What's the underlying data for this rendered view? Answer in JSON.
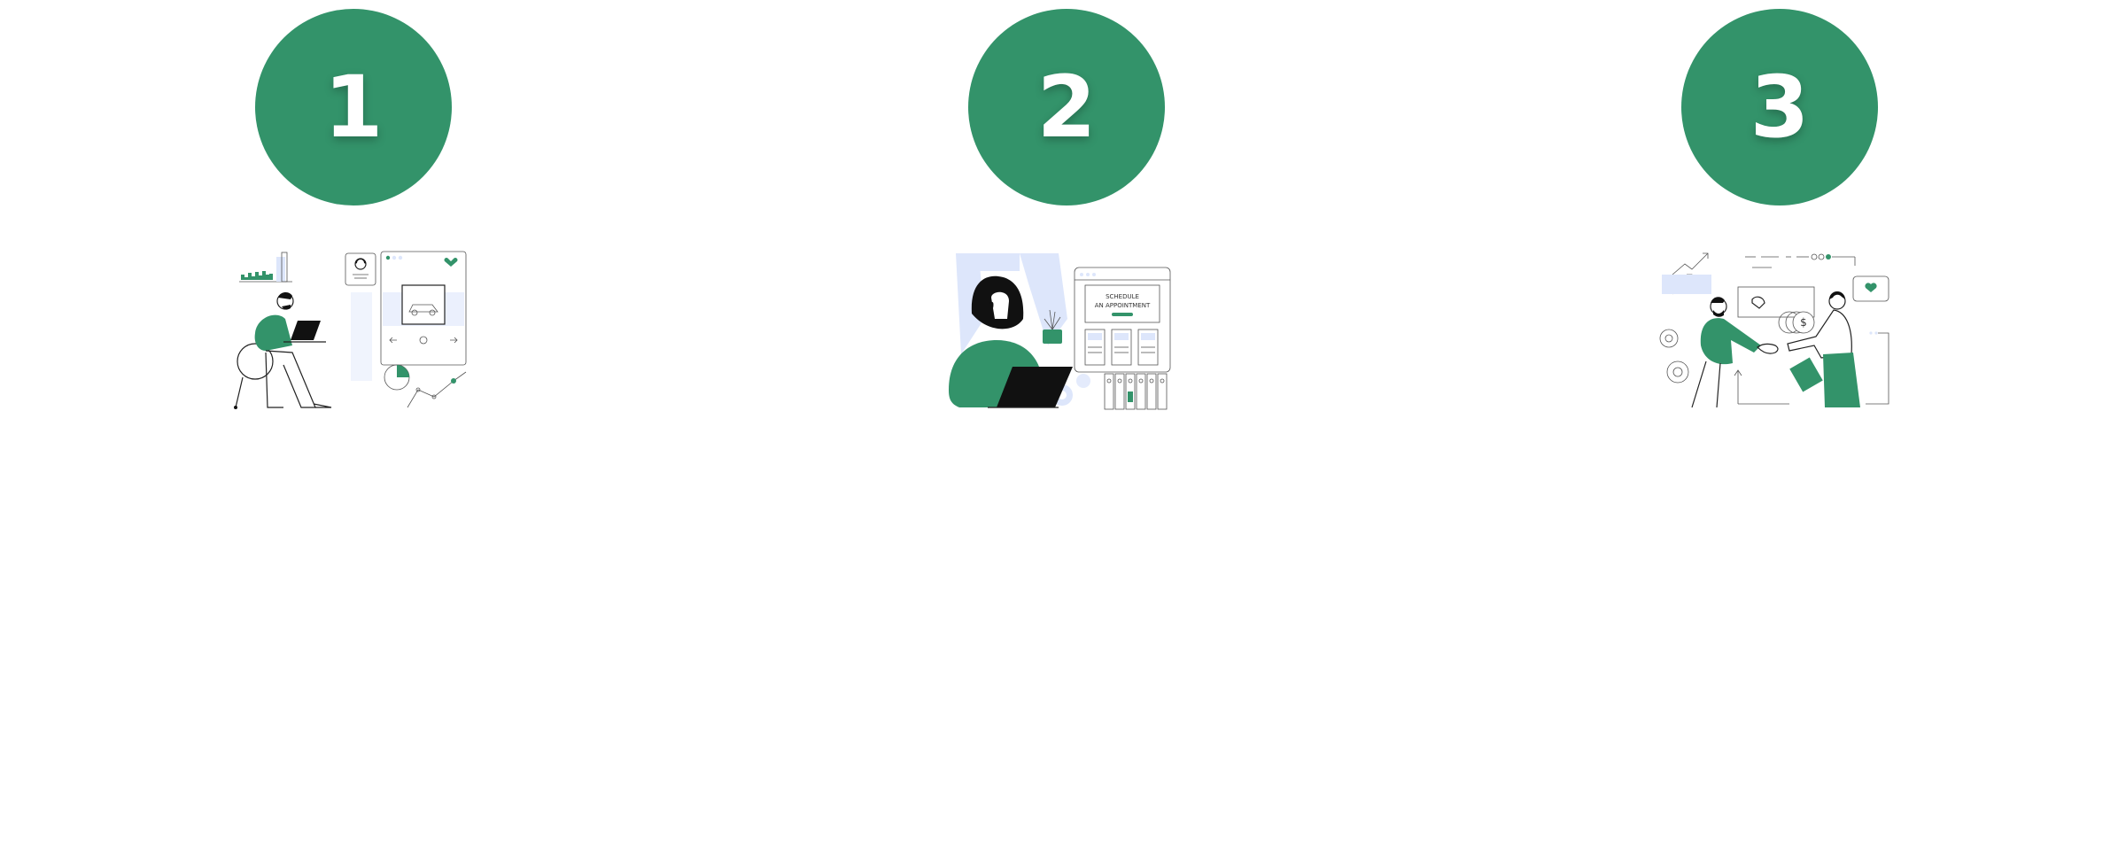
{
  "theme": {
    "accent": "#33936a",
    "illustration_light": "#dde6fb",
    "ink": "#222222"
  },
  "steps": [
    {
      "number": "1",
      "illustration_icon": "person-browsing-cars-online-icon"
    },
    {
      "number": "2",
      "illustration_icon": "person-scheduling-appointment-icon",
      "screen_title_line1": "SCHEDULE",
      "screen_title_line2": "AN APPOINTMENT"
    },
    {
      "number": "3",
      "illustration_icon": "handshake-deal-icon"
    }
  ]
}
